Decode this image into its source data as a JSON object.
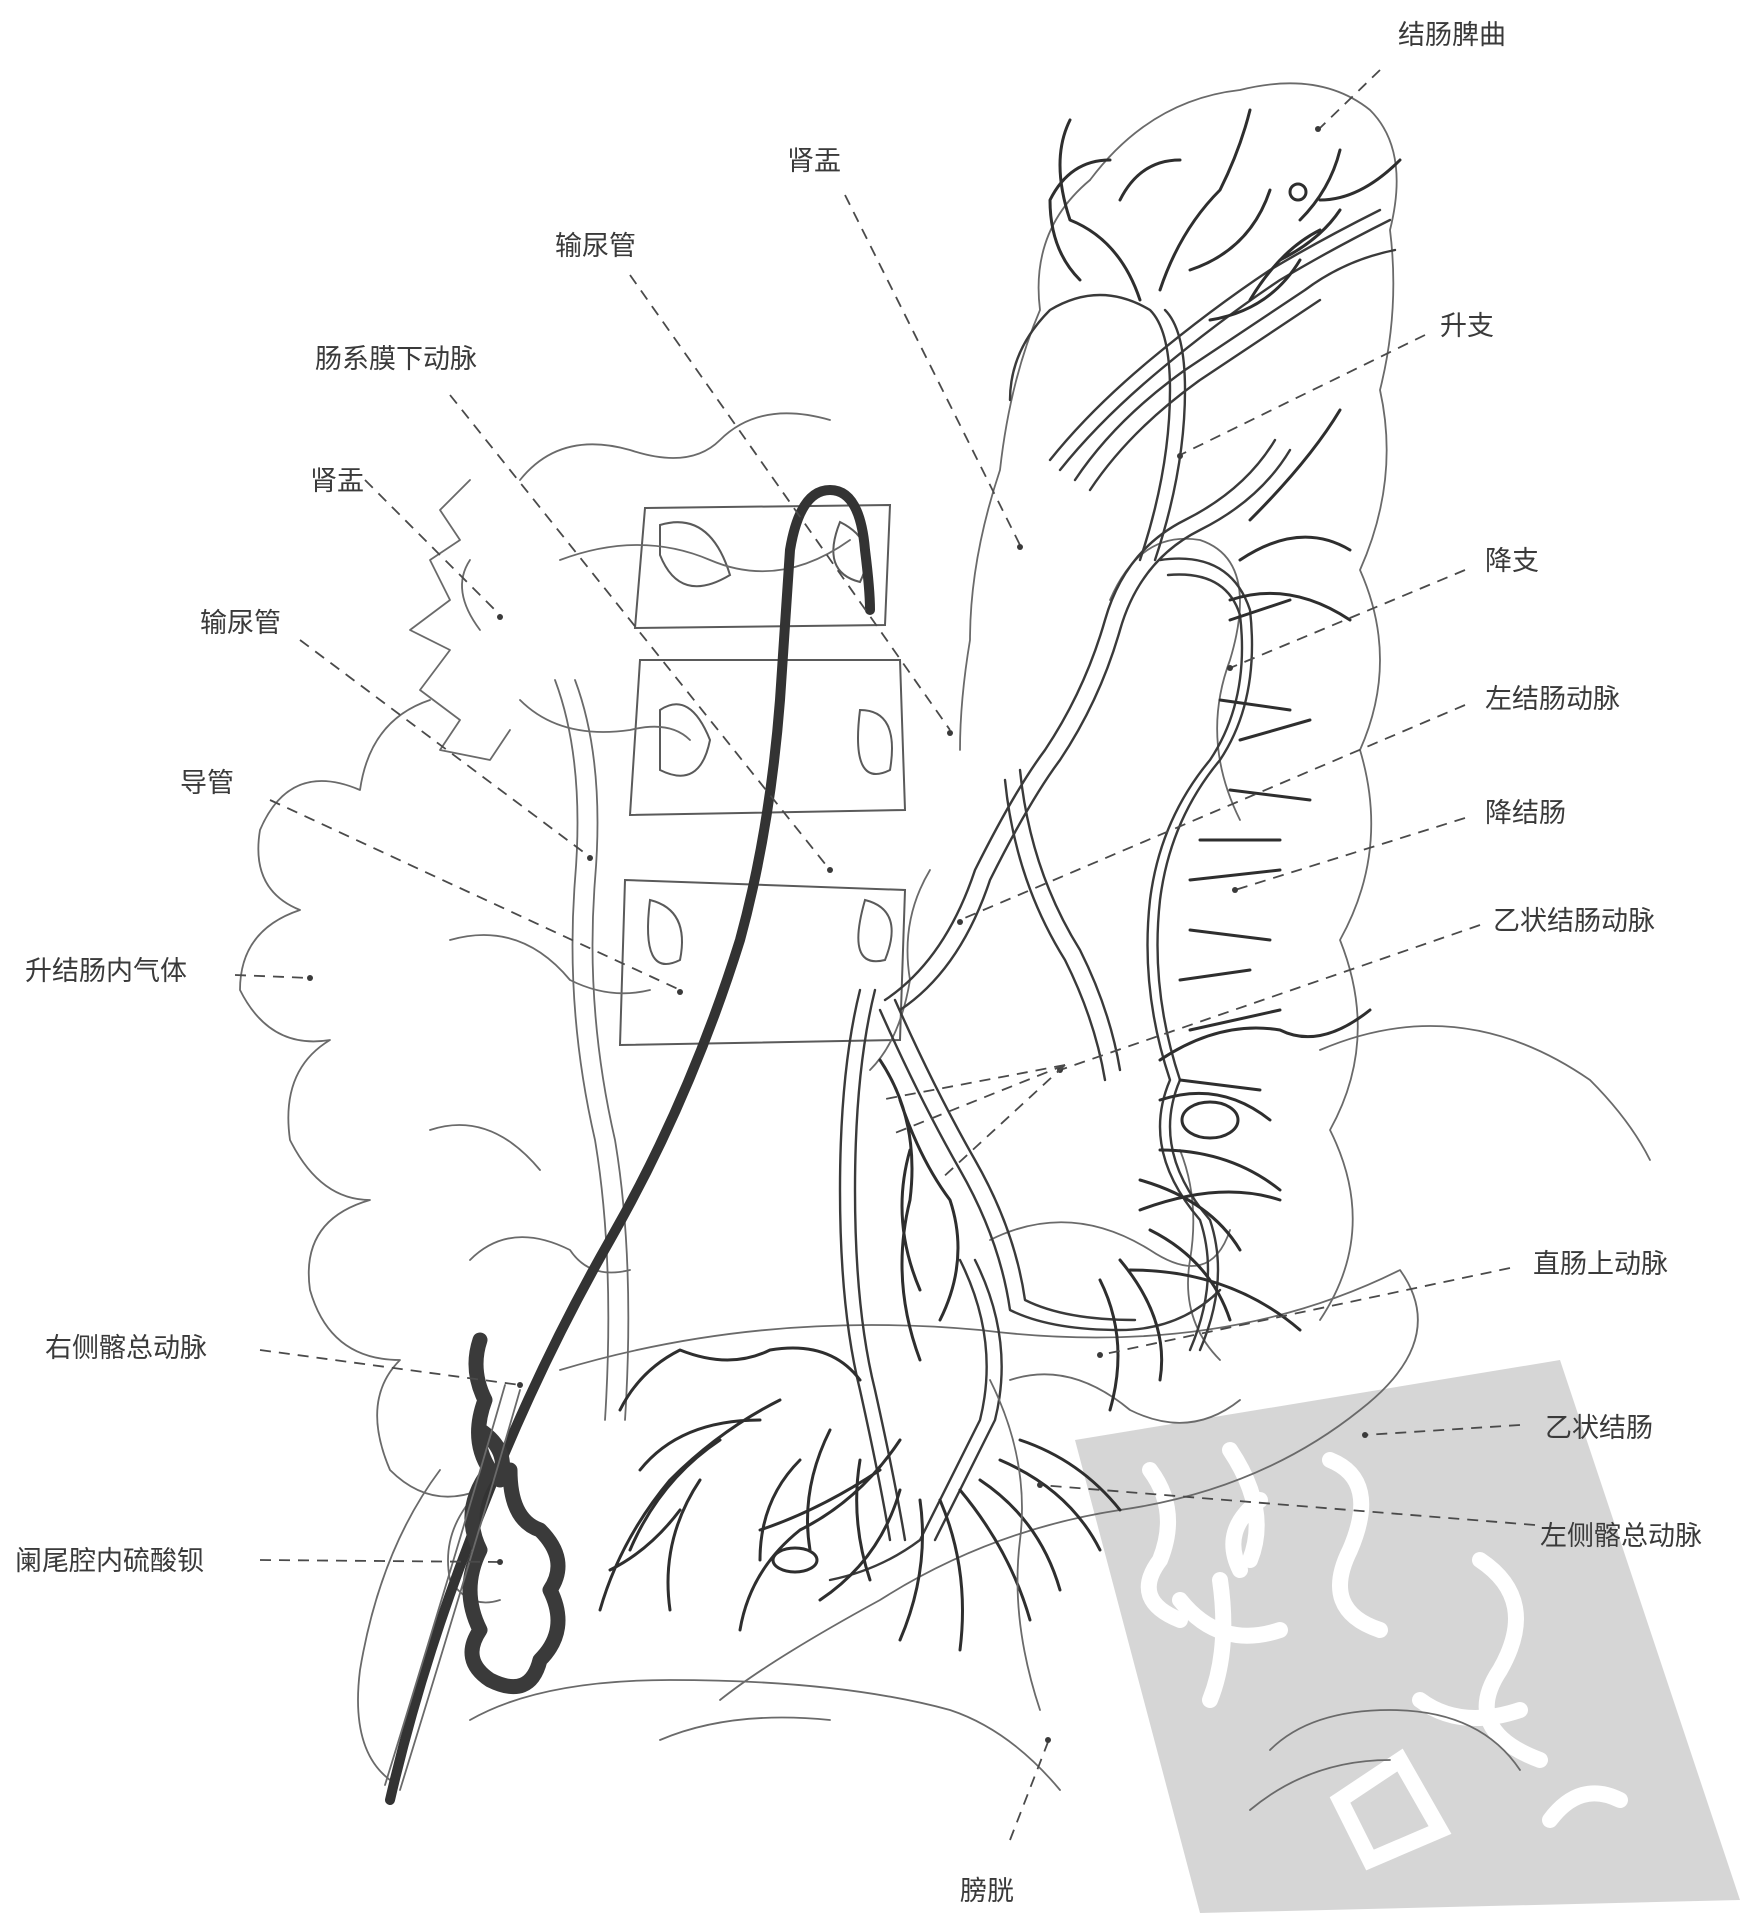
{
  "labels": {
    "splenic_flexure": "结肠脾曲",
    "renal_pelvis_left": "肾盂",
    "ureter_left": "输尿管",
    "ima": "肠系膜下动脉",
    "renal_pelvis_right": "肾盂",
    "ureter_right": "输尿管",
    "catheter": "导管",
    "gas_ascending": "升结肠内气体",
    "right_common_iliac": "右侧髂总动脉",
    "barium_appendix": "阑尾腔内硫酸钡",
    "ascending_branch": "升支",
    "descending_branch": "降支",
    "left_colic_artery": "左结肠动脉",
    "descending_colon": "降结肠",
    "sigmoid_arteries": "乙状结肠动脉",
    "superior_rectal_artery": "直肠上动脉",
    "sigmoid_colon": "乙状结肠",
    "left_common_iliac": "左侧髂总动脉",
    "bladder": "膀胱"
  },
  "colors": {
    "line": "#333333",
    "label_text": "#3a3a3a",
    "watermark": "#c8c8c8"
  }
}
